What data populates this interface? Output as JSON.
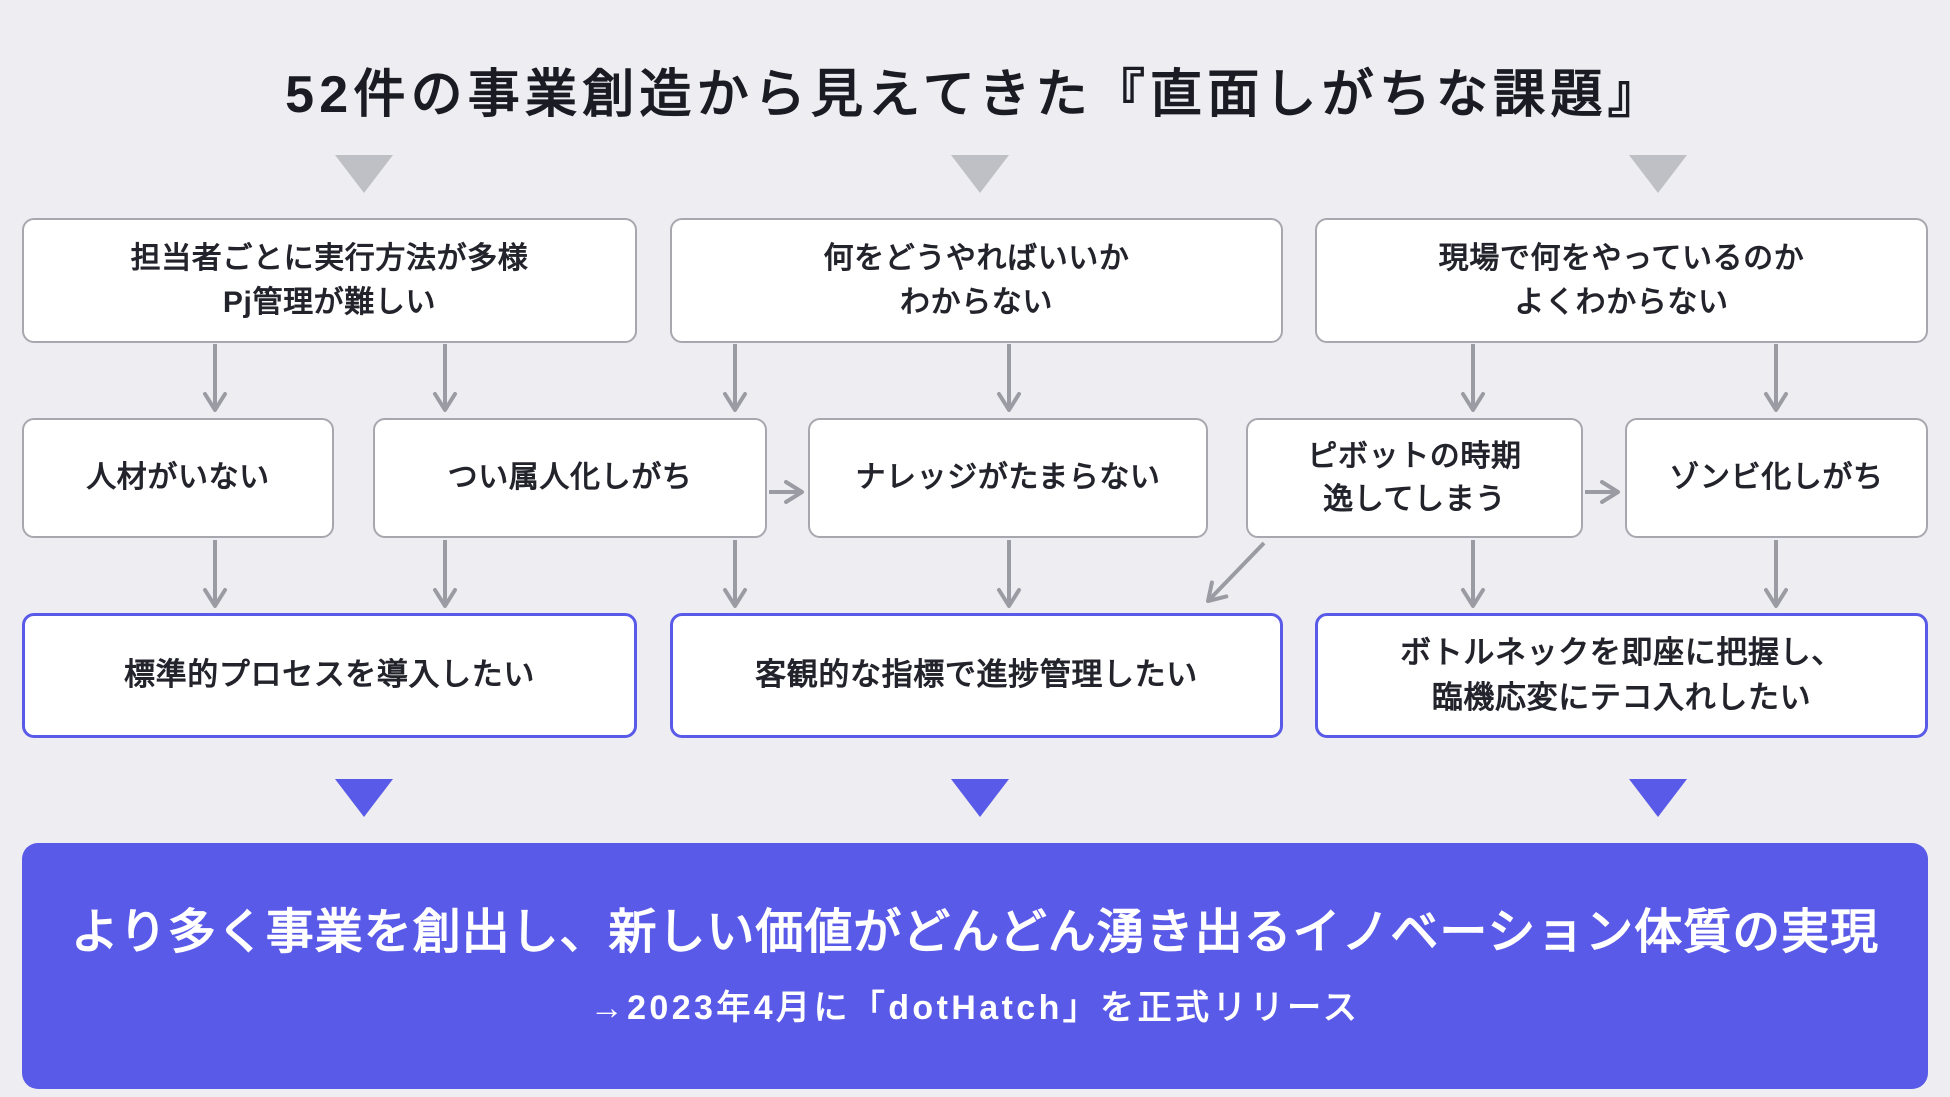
{
  "title": "52件の事業創造から見えてきた『直面しがちな課題』",
  "row1": [
    {
      "lines": [
        "担当者ごとに実行方法が多様",
        "Pj管理が難しい"
      ]
    },
    {
      "lines": [
        "何をどうやればいいか",
        "わからない"
      ]
    },
    {
      "lines": [
        "現場で何をやっているのか",
        "よくわからない"
      ]
    }
  ],
  "row2": [
    {
      "lines": [
        "人材がいない"
      ]
    },
    {
      "lines": [
        "つい属人化しがち"
      ]
    },
    {
      "lines": [
        "ナレッジがたまらない"
      ]
    },
    {
      "lines": [
        "ピボットの時期",
        "逸してしまう"
      ]
    },
    {
      "lines": [
        "ゾンビ化しがち"
      ]
    }
  ],
  "row3": [
    {
      "lines": [
        "標準的プロセスを導入したい"
      ]
    },
    {
      "lines": [
        "客観的な指標で進捗管理したい"
      ]
    },
    {
      "lines": [
        "ボトルネックを即座に把握し、",
        "臨機応変にテコ入れしたい"
      ]
    }
  ],
  "banner": {
    "goal": "より多く事業を創出し、新しい価値がどんどん湧き出るイノベーション体質の実現",
    "release_note": "→2023年4月に「dotHatch」を正式リリース"
  },
  "colors": {
    "background": "#EEEEF2",
    "accent": "#5A5AE8",
    "box_border": "#A7A7AF",
    "arrow": "#9B9BA3",
    "triangle_gray": "#BFBFC6",
    "text": "#23232C"
  }
}
